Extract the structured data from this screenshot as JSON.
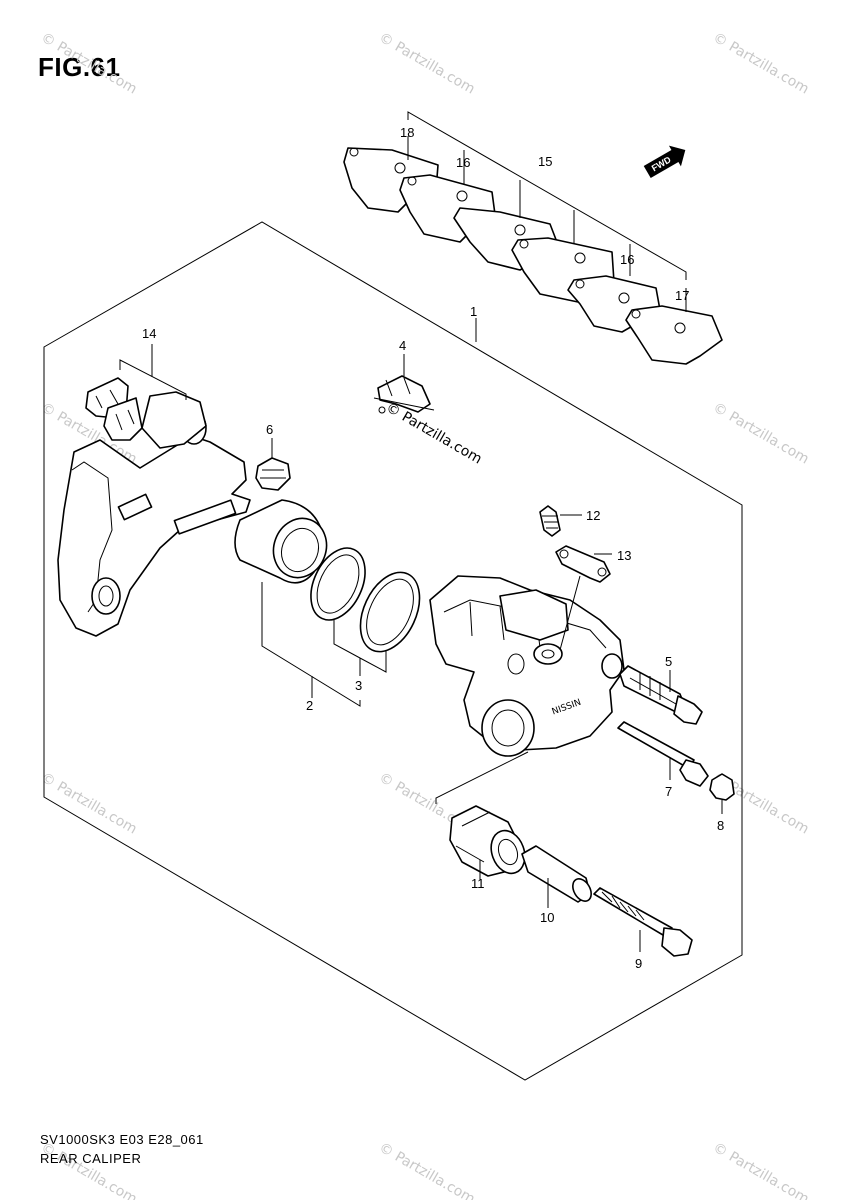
{
  "figure": {
    "title": "FIG.61",
    "code": "SV1000SK3 E03 E28_061",
    "name": "REAR CALIPER"
  },
  "watermark": {
    "text": "© Partzilla.com"
  },
  "fwd_label": "FWD",
  "callouts": [
    "1",
    "2",
    "3",
    "4",
    "5",
    "6",
    "7",
    "8",
    "9",
    "10",
    "11",
    "12",
    "13",
    "14",
    "15",
    "16",
    "16",
    "17",
    "18"
  ]
}
